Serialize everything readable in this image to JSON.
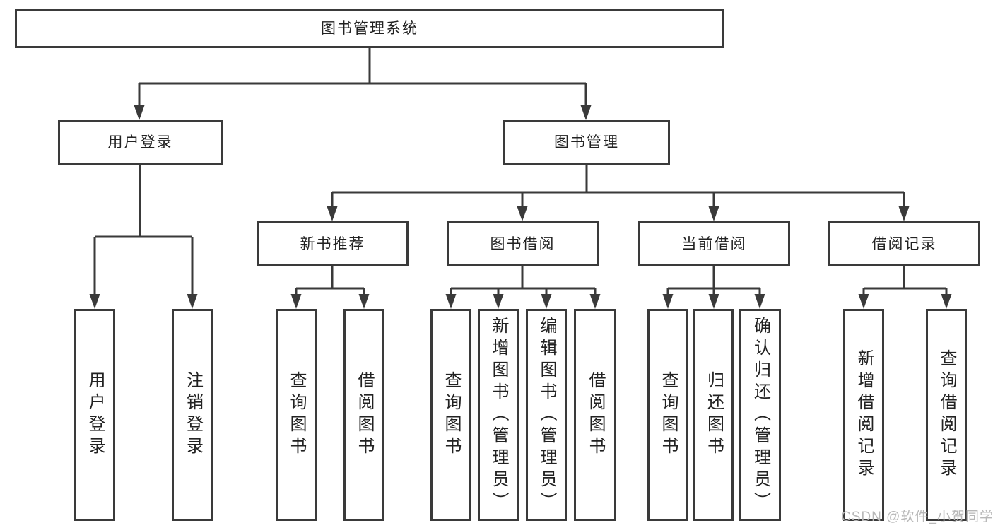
{
  "diagram": {
    "root": {
      "label": "图书管理系统"
    },
    "branches": [
      {
        "label": "用户登录",
        "children": [
          {
            "label": "用户登录"
          },
          {
            "label": "注销登录"
          }
        ]
      },
      {
        "label": "图书管理",
        "children": [
          {
            "label": "新书推荐",
            "children": [
              {
                "label": "查询图书"
              },
              {
                "label": "借阅图书"
              }
            ]
          },
          {
            "label": "图书借阅",
            "children": [
              {
                "label": "查询图书"
              },
              {
                "label": "新增图书（管理员）"
              },
              {
                "label": "编辑图书（管理员）"
              },
              {
                "label": "借阅图书"
              }
            ]
          },
          {
            "label": "当前借阅",
            "children": [
              {
                "label": "查询图书"
              },
              {
                "label": "归还图书"
              },
              {
                "label": "确认归还（管理员）"
              }
            ]
          },
          {
            "label": "借阅记录",
            "children": [
              {
                "label": "新增借阅记录"
              },
              {
                "label": "查询借阅记录"
              }
            ]
          }
        ]
      }
    ]
  },
  "watermark": {
    "text": "CSDN @软件_小贺同学"
  },
  "colors": {
    "line": "#3a3a3a",
    "text": "#222222",
    "watermark": "#b8b8b8",
    "background": "#ffffff"
  }
}
